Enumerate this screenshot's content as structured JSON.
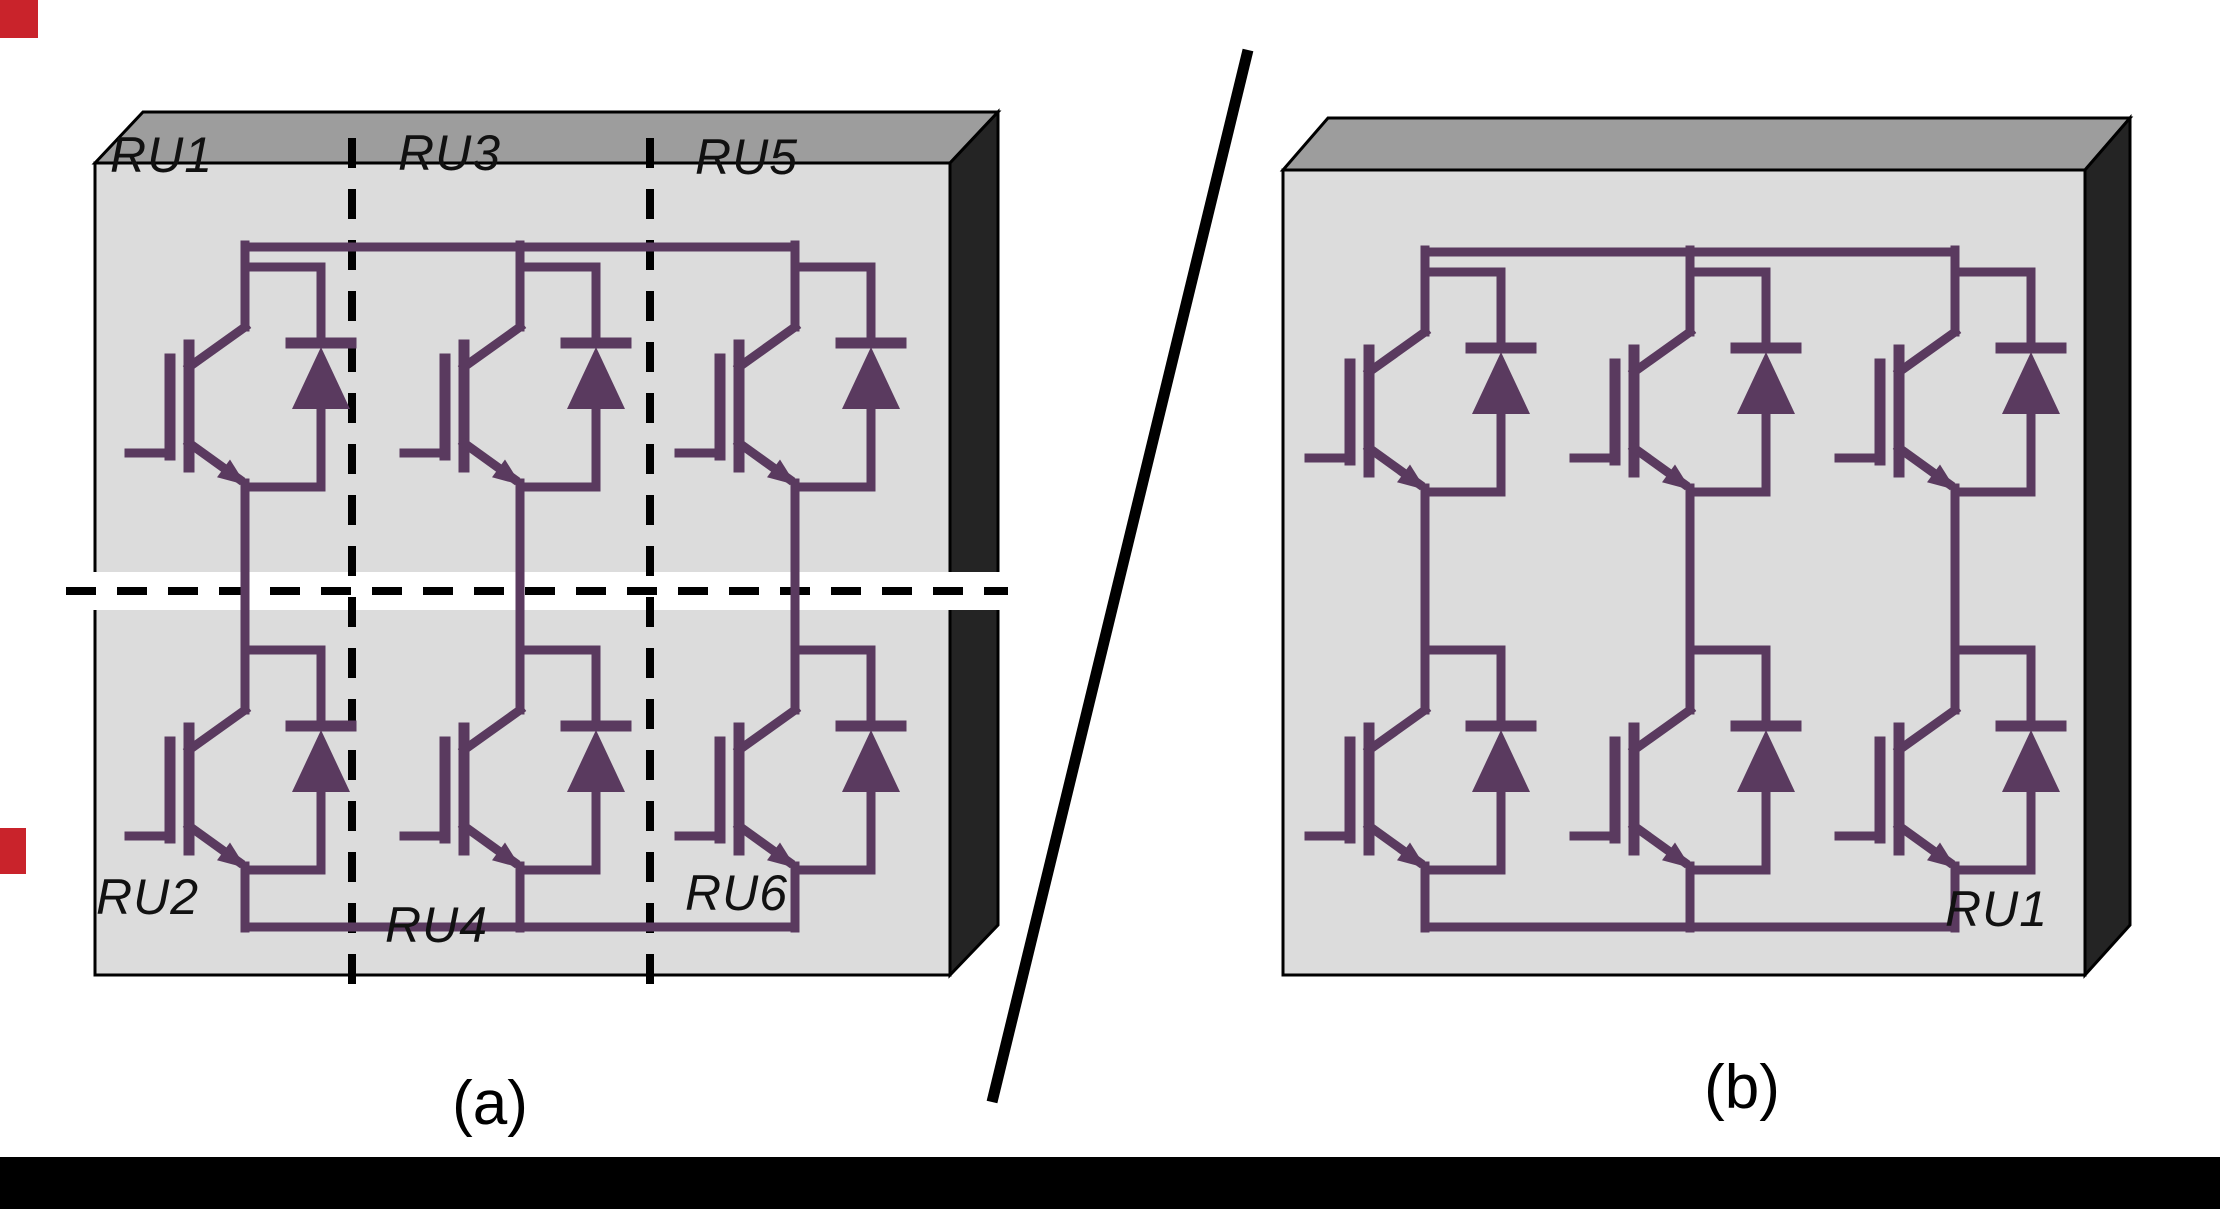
{
  "colors": {
    "circuit": "#5a3a5f",
    "slab_front": "#dcdcdc",
    "slab_top": "#9d9d9d",
    "slab_side": "#242424",
    "cut_line": "#000000",
    "marker_red": "#c9232b",
    "bottom_bar": "#000000",
    "label_text": "#111111"
  },
  "panel_a": {
    "caption": "(a)",
    "ru_labels": {
      "ru1": "RU1",
      "ru2": "RU2",
      "ru3": "RU3",
      "ru4": "RU4",
      "ru5": "RU5",
      "ru6": "RU6"
    }
  },
  "panel_b": {
    "caption": "(b)",
    "ru_labels": {
      "ru1": "RU1"
    }
  }
}
